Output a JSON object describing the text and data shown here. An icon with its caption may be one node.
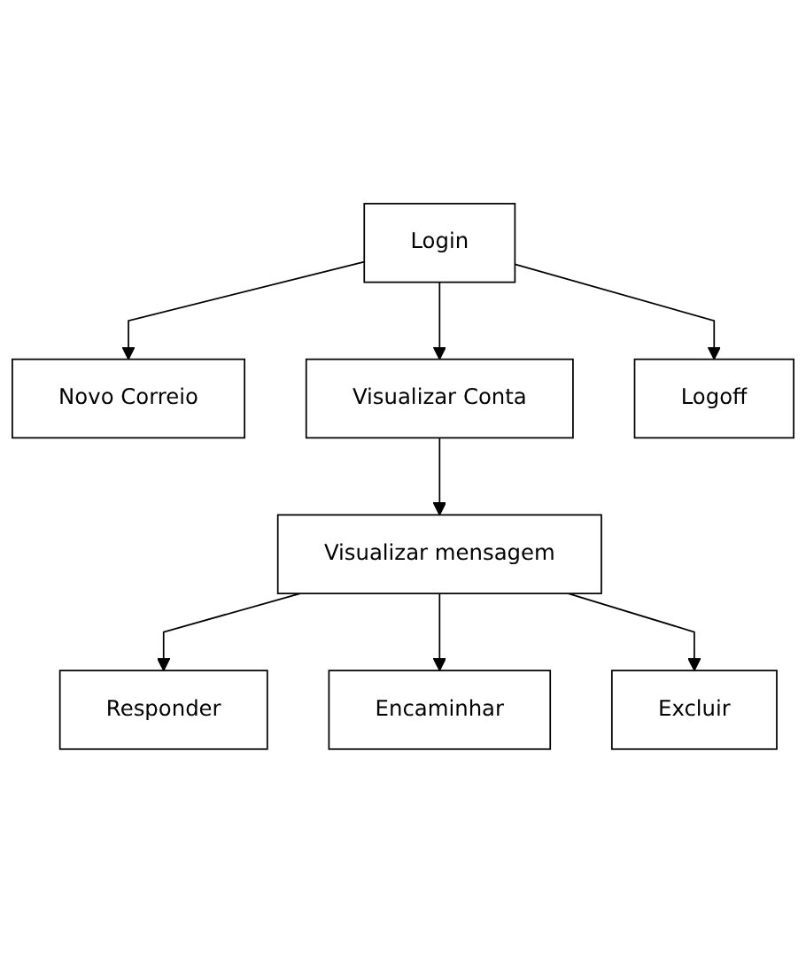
{
  "diagram": {
    "nodes": [
      {
        "text": [
          "Login"
        ]
      },
      {
        "text": [
          "Novo Correio"
        ]
      },
      {
        "text": [
          "Visualizar Conta"
        ]
      },
      {
        "text": [
          "Logoff"
        ]
      },
      {
        "text": [
          "Visualizar mensagem"
        ]
      },
      {
        "text": [
          "Responder"
        ]
      },
      {
        "text": [
          "Encaminhar"
        ]
      },
      {
        "text": [
          "Excluir"
        ]
      }
    ],
    "edges": [
      {
        "from": 0,
        "to": 1,
        "arrow": "to"
      },
      {
        "from": 0,
        "to": 2,
        "arrow": "to"
      },
      {
        "from": 0,
        "to": 3,
        "arrow": "to"
      },
      {
        "from": 2,
        "to": 4,
        "arrow": "to"
      },
      {
        "from": 4,
        "to": 5,
        "arrow": "to"
      },
      {
        "from": 4,
        "to": 6,
        "arrow": "to"
      },
      {
        "from": 4,
        "to": 7,
        "arrow": "to"
      }
    ]
  }
}
